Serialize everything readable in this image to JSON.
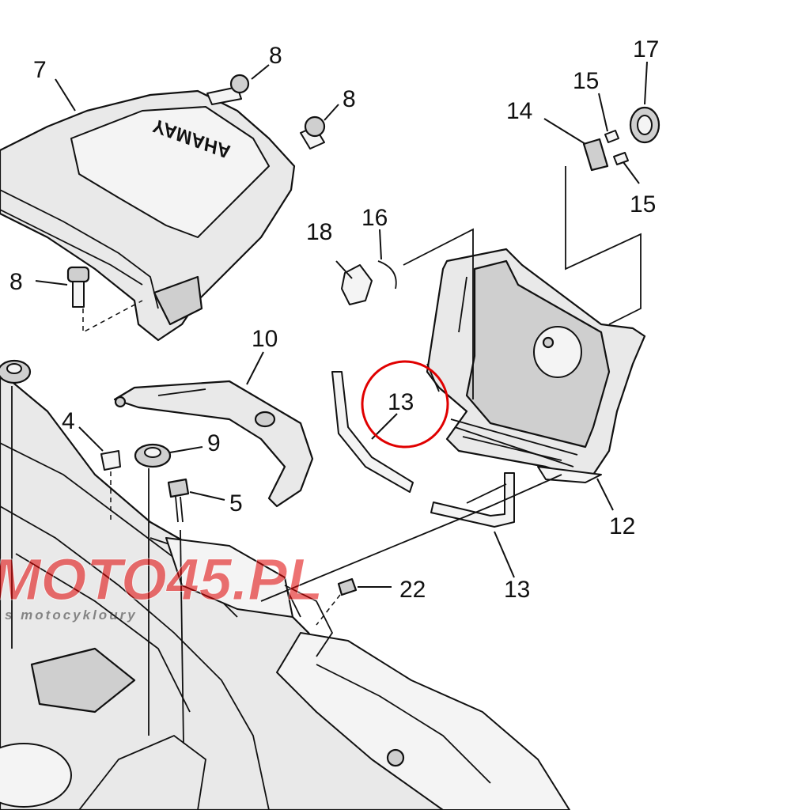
{
  "diagram": {
    "part_labels": {
      "p7": "7",
      "p8a": "8",
      "p8b": "8",
      "p8c": "8",
      "p10": "10",
      "p4": "4",
      "p9": "9",
      "p5": "5",
      "p18": "18",
      "p16": "16",
      "p14": "14",
      "p15a": "15",
      "p15b": "15",
      "p17": "17",
      "p13_circled": "13",
      "p13": "13",
      "p12": "12",
      "p22": "22"
    },
    "cover_logo": "YAMAHA",
    "highlight_color": "#e00000"
  },
  "watermark": {
    "brand": "MOTO45.PL",
    "tagline": "s motocykloury"
  }
}
